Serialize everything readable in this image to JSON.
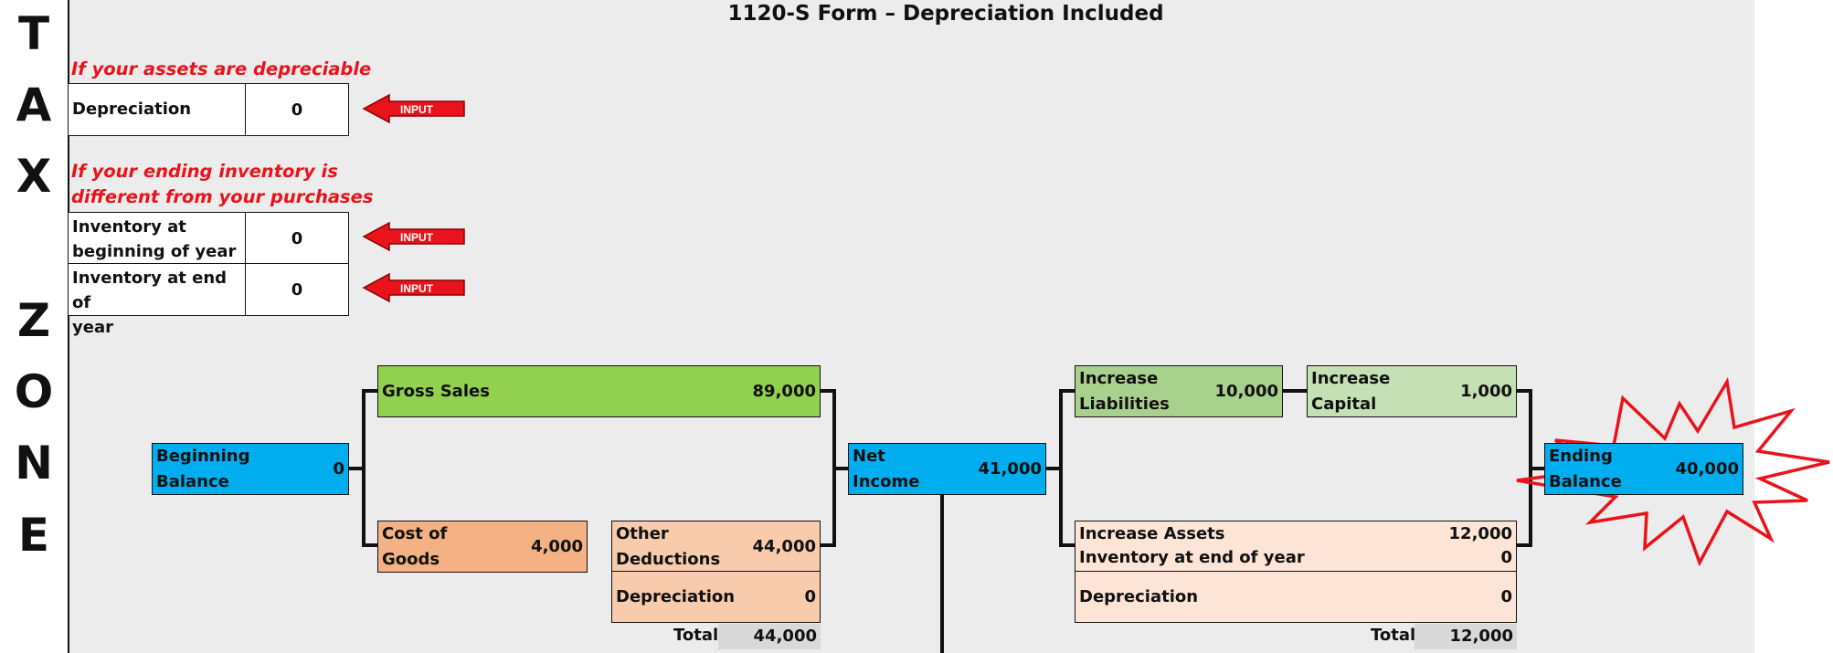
{
  "side_label": {
    "letters": [
      "T",
      "A",
      "X",
      "Z",
      "O",
      "N",
      "E"
    ]
  },
  "title": "1120-S Form – Depreciation Included",
  "inputs": {
    "note_depreciation": "If your assets are depreciable",
    "depreciation": {
      "label": "Depreciation",
      "value": "0"
    },
    "note_inventory_line1": "If your ending inventory is",
    "note_inventory_line2": "different from your purchases",
    "inv_begin": {
      "label_line1": "Inventory at",
      "label_line2": "beginning of year",
      "value": "0"
    },
    "inv_end": {
      "label_line1": "Inventory at end of",
      "label_line2": "year",
      "value": "0"
    },
    "arrow_label": "INPUT",
    "arrow_color": "#e8131b"
  },
  "flow": {
    "beginning_balance": {
      "label_line1": "Beginning",
      "label_line2": "Balance",
      "value": "0"
    },
    "gross_sales": {
      "label": "Gross Sales",
      "value": "89,000"
    },
    "cost_of_goods": {
      "label_line1": "Cost of",
      "label_line2": "Goods",
      "value": "4,000"
    },
    "other_deductions": {
      "label_line1": "Other",
      "label_line2": "Deductions",
      "value": "44,000"
    },
    "depreciation_left": {
      "label": "Depreciation",
      "value": "0"
    },
    "total_left": {
      "label": "Total",
      "value": "44,000"
    },
    "net_income": {
      "label_line1": "Net",
      "label_line2": "Income",
      "value": "41,000"
    },
    "increase_liabilities": {
      "label_line1": "Increase",
      "label_line2": "Liabilities",
      "value": "10,000"
    },
    "increase_capital": {
      "label_line1": "Increase",
      "label_line2": "Capital",
      "value": "1,000"
    },
    "increase_assets": {
      "label": "Increase Assets",
      "value": "12,000"
    },
    "inventory_end_row": {
      "label": "Inventory at end of  year",
      "value": "0"
    },
    "depreciation_right": {
      "label": "Depreciation",
      "value": "0"
    },
    "total_right": {
      "label": "Total",
      "value": "12,000"
    },
    "ending_balance": {
      "label_line1": "Ending",
      "label_line2": "Balance",
      "value": "40,000"
    }
  },
  "colors": {
    "blue": "#00aeef",
    "green": "#92d050",
    "peach": "#f4b183",
    "starburst_stroke": "#e8131b"
  }
}
